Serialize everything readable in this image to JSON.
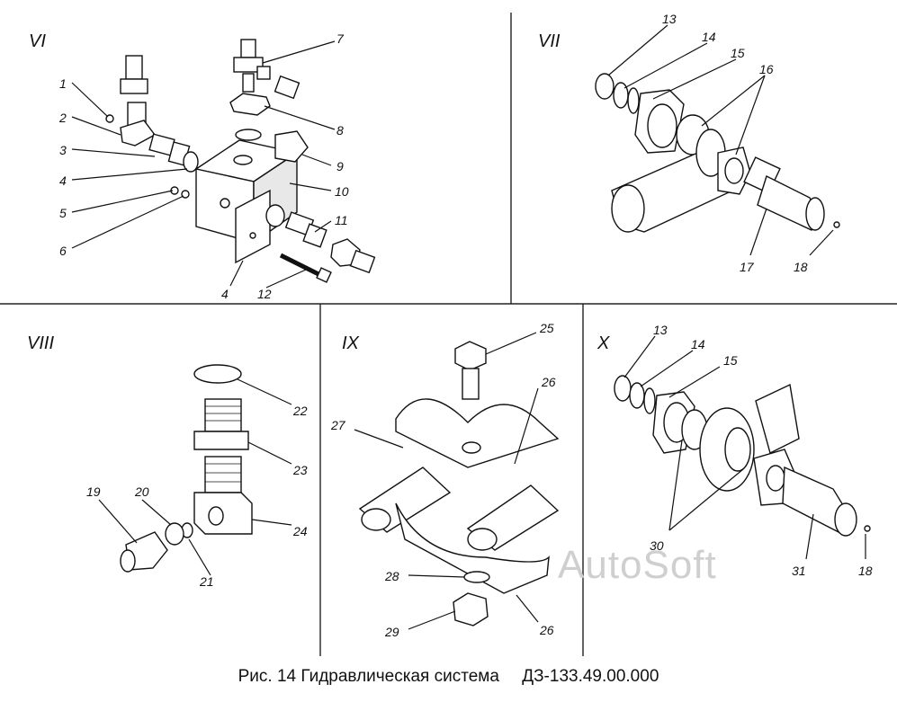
{
  "panels": {
    "vi": "VI",
    "vii": "VII",
    "viii": "VIII",
    "ix": "IX",
    "x": "X"
  },
  "callouts": {
    "vi": [
      "1",
      "2",
      "3",
      "4",
      "5",
      "6",
      "4",
      "12",
      "11",
      "10",
      "9",
      "8",
      "7"
    ],
    "vii": [
      "13",
      "14",
      "15",
      "16",
      "17",
      "18"
    ],
    "viii": [
      "22",
      "23",
      "24",
      "19",
      "20",
      "21"
    ],
    "ix": [
      "25",
      "26",
      "27",
      "28",
      "29",
      "26"
    ],
    "x": [
      "13",
      "14",
      "15",
      "30",
      "31",
      "18"
    ]
  },
  "caption": {
    "figure": "Рис. 14 Гидравлическая система",
    "code": "ДЗ-133.49.00.000"
  },
  "watermark": "AutoSoft"
}
